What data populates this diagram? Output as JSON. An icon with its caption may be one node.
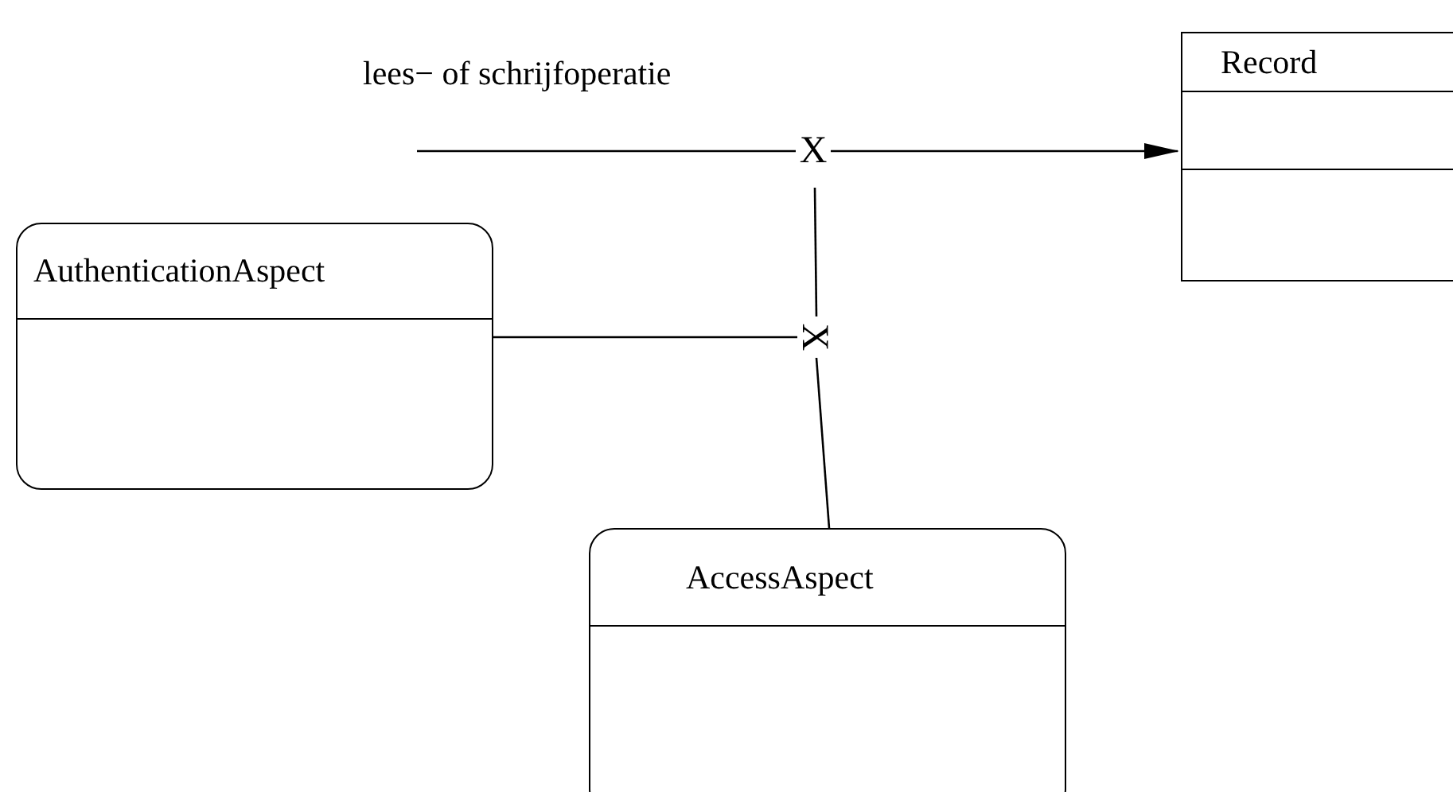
{
  "diagram": {
    "nodes": [
      {
        "text": [
          "Record"
        ]
      },
      {
        "text": [
          "X"
        ]
      },
      {
        "text": [
          "AuthenticationAspect"
        ]
      },
      {
        "text": [
          "X"
        ]
      },
      {
        "text": [
          "AccessAspect"
        ]
      }
    ],
    "edges": [
      {
        "from": null,
        "to": 1,
        "arrow": "none",
        "label": "lees− of schrijfoperatie"
      },
      {
        "from": 1,
        "to": 0,
        "arrow": "to"
      },
      {
        "from": 2,
        "to": 3,
        "arrow": "none"
      },
      {
        "from": 4,
        "to": 3,
        "arrow": "none"
      },
      {
        "from": 3,
        "to": 1,
        "arrow": "none"
      }
    ]
  }
}
